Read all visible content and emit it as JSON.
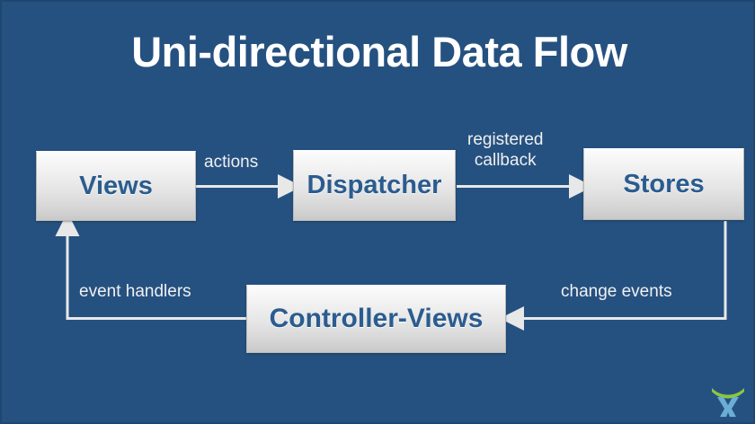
{
  "slide": {
    "title": "Uni-directional Data Flow",
    "background_color": "#255180",
    "title_color": "#ffffff",
    "node_text_color": "#2b5c8f",
    "edge_label_color": "#f0f0f0",
    "arrow_color": "#e8e8e8"
  },
  "diagram": {
    "type": "flow-diagram",
    "nodes": [
      {
        "id": "views",
        "label": "Views"
      },
      {
        "id": "dispatcher",
        "label": "Dispatcher"
      },
      {
        "id": "stores",
        "label": "Stores"
      },
      {
        "id": "controller-views",
        "label": "Controller-Views"
      }
    ],
    "edges": [
      {
        "id": "views-to-dispatcher",
        "from": "views",
        "to": "dispatcher",
        "label": "actions",
        "direction": "right"
      },
      {
        "id": "dispatcher-to-stores",
        "from": "dispatcher",
        "to": "stores",
        "label_line1": "registered",
        "label_line2": "callback",
        "direction": "right"
      },
      {
        "id": "stores-to-controller",
        "from": "stores",
        "to": "controller-views",
        "label": "change events",
        "direction": "left"
      },
      {
        "id": "controller-to-views",
        "from": "controller-views",
        "to": "views",
        "label": "event handlers",
        "direction": "up"
      }
    ]
  },
  "logo": {
    "name": "x-person-logo",
    "arc_color": "#8cc63f",
    "mark_color": "#6aaed6"
  }
}
